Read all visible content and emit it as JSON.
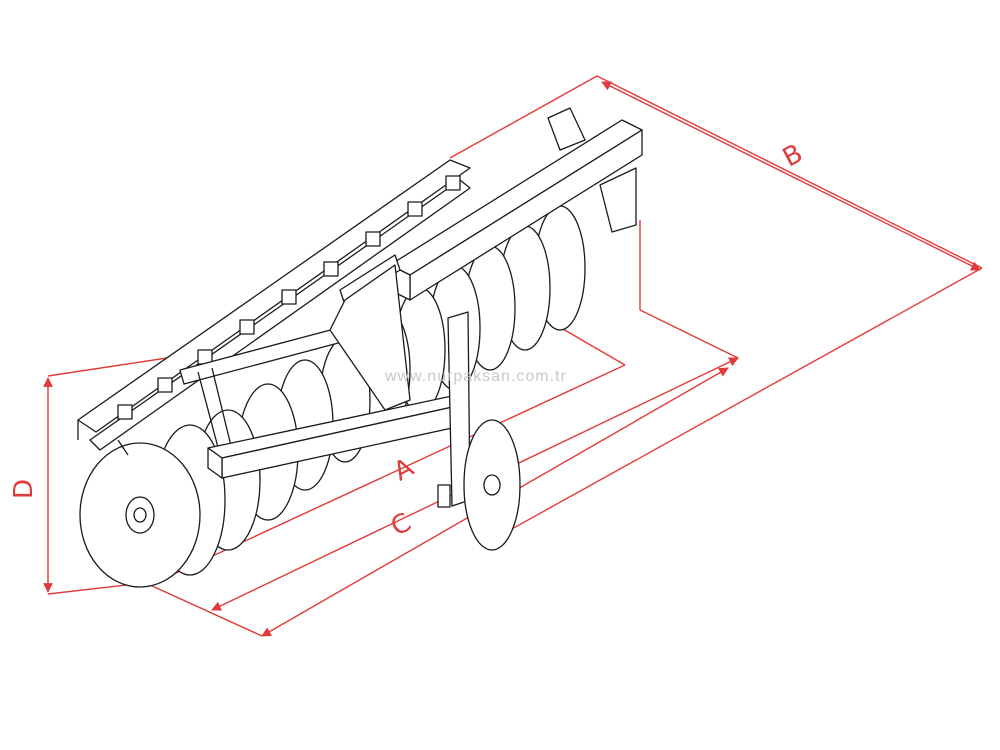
{
  "dimensions": {
    "a": "A",
    "b": "B",
    "c": "C",
    "d": "D"
  },
  "watermark": "www.nurpaksan.com.tr",
  "colors": {
    "dimension": "#e23a3a",
    "drawing": "#1a1a1a",
    "watermark": "#c9c9c9"
  },
  "disc_count": 12
}
